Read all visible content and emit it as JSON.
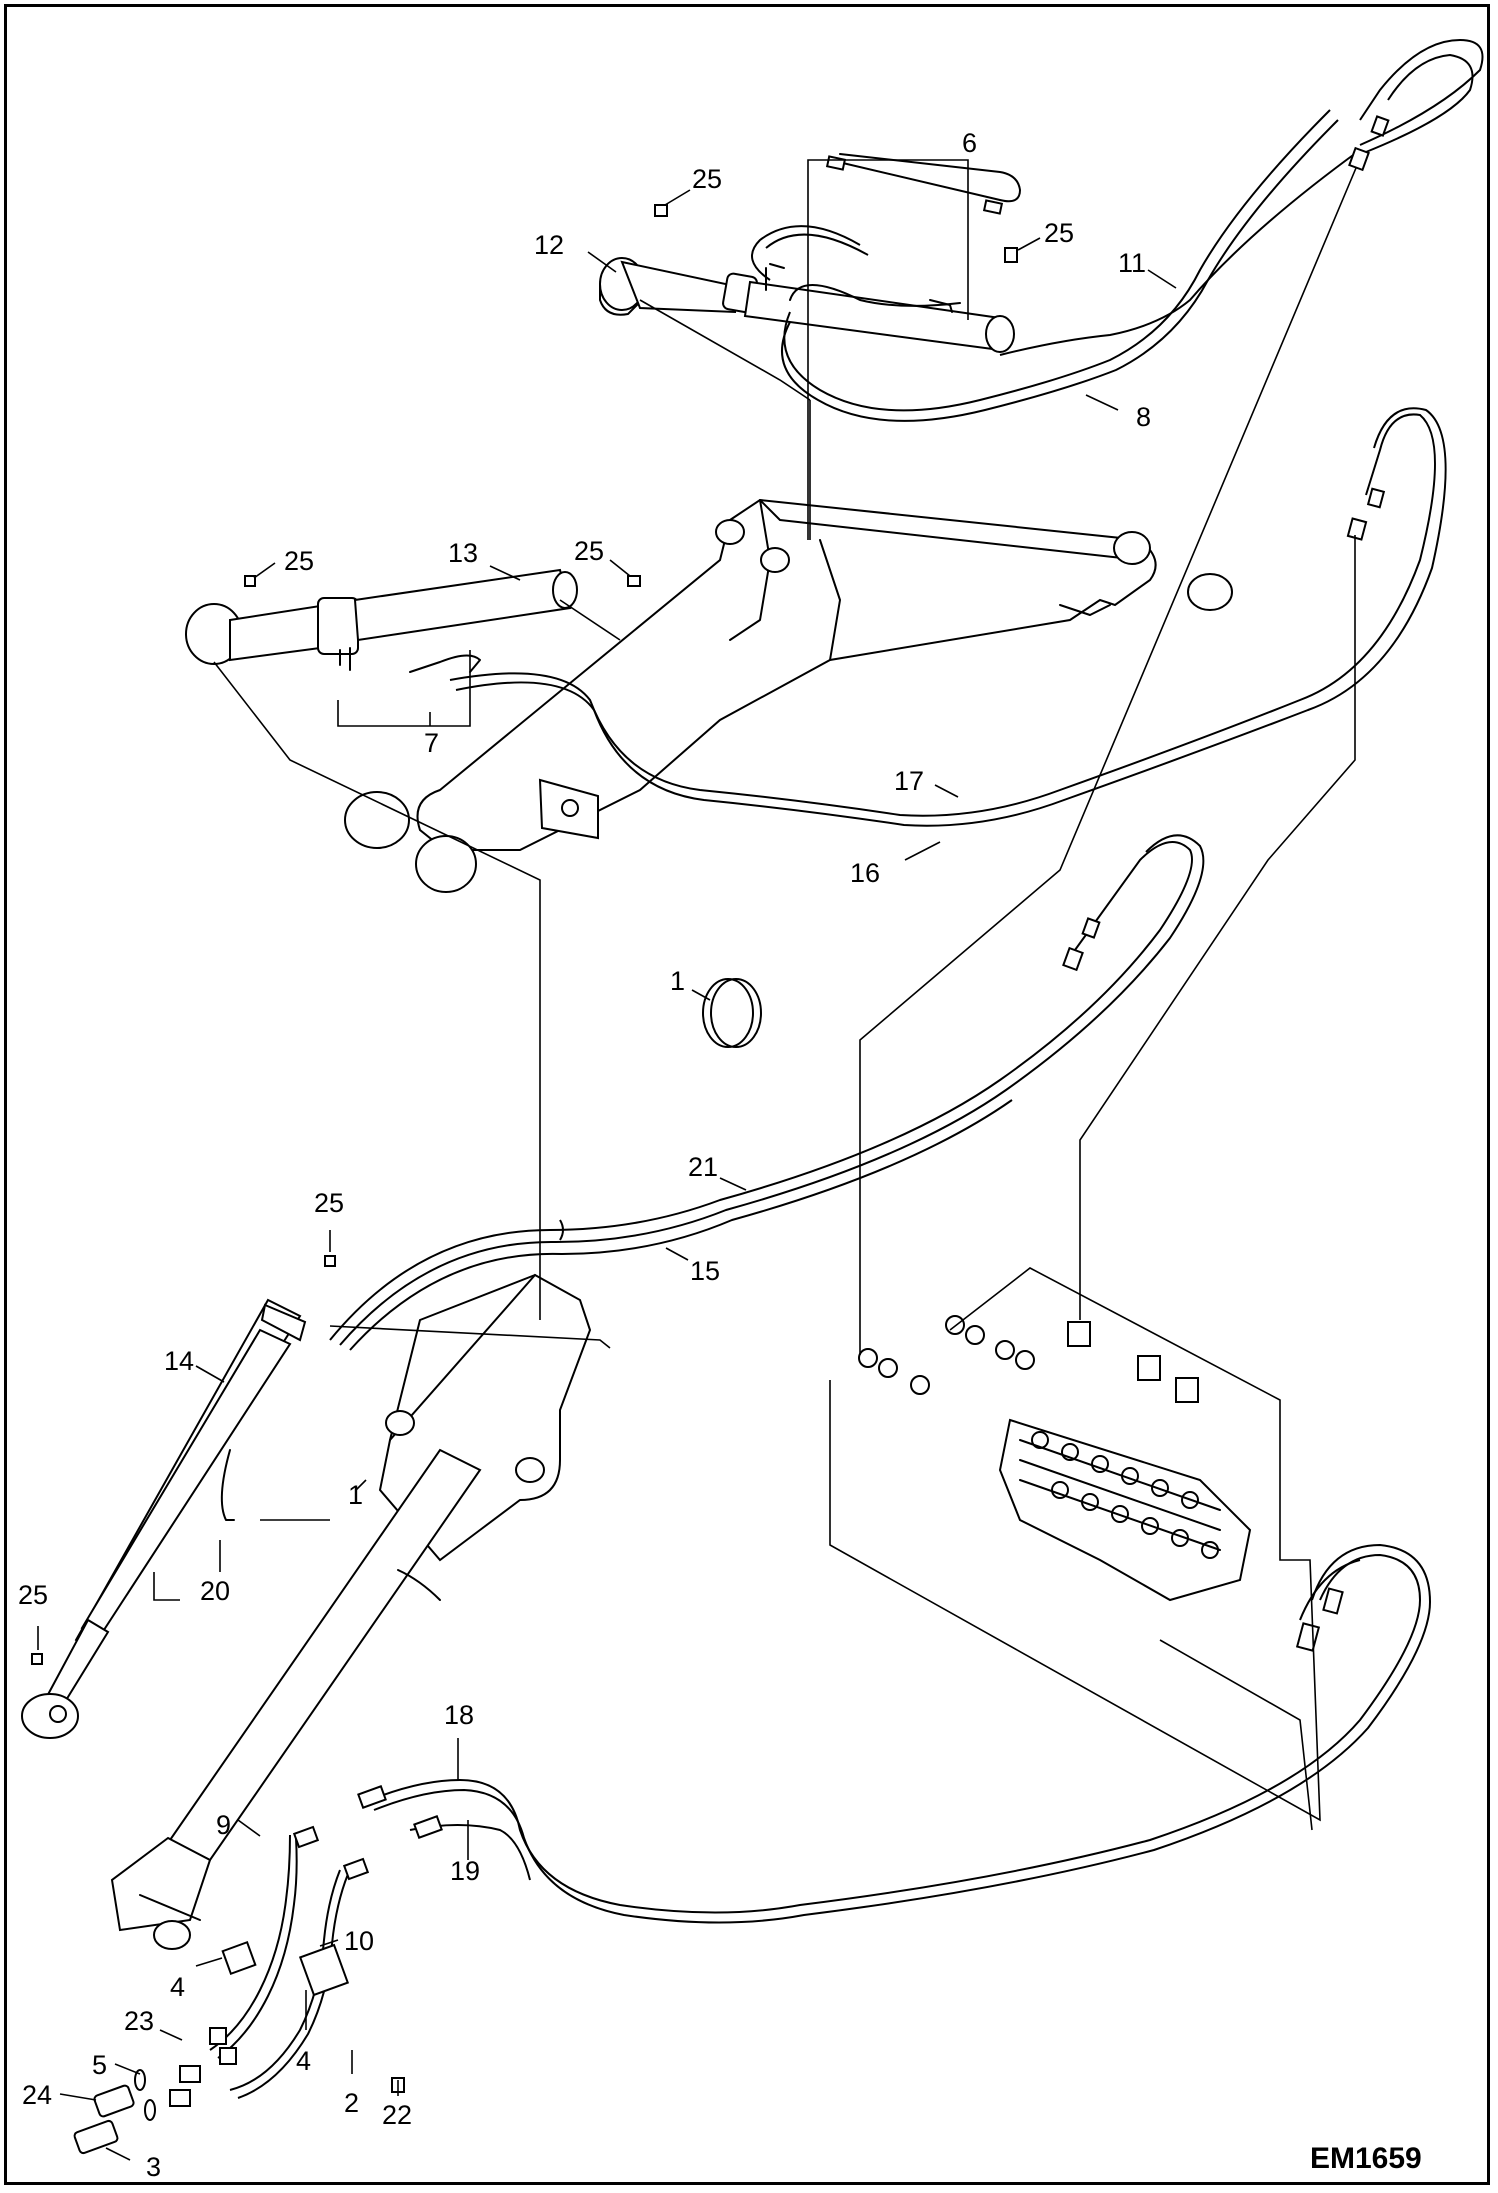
{
  "figure_id": "EM1659",
  "callouts": {
    "c1a": "1",
    "c1b": "1",
    "c2": "2",
    "c3": "3",
    "c4a": "4",
    "c4b": "4",
    "c5": "5",
    "c6": "6",
    "c7": "7",
    "c8": "8",
    "c9": "9",
    "c10": "10",
    "c11": "11",
    "c12": "12",
    "c13": "13",
    "c14": "14",
    "c15": "15",
    "c16": "16",
    "c17": "17",
    "c18": "18",
    "c19": "19",
    "c20": "20",
    "c21": "21",
    "c22": "22",
    "c23": "23",
    "c24": "24",
    "c25a": "25",
    "c25b": "25",
    "c25c": "25",
    "c25d": "25",
    "c25e": "25",
    "c25f": "25"
  }
}
